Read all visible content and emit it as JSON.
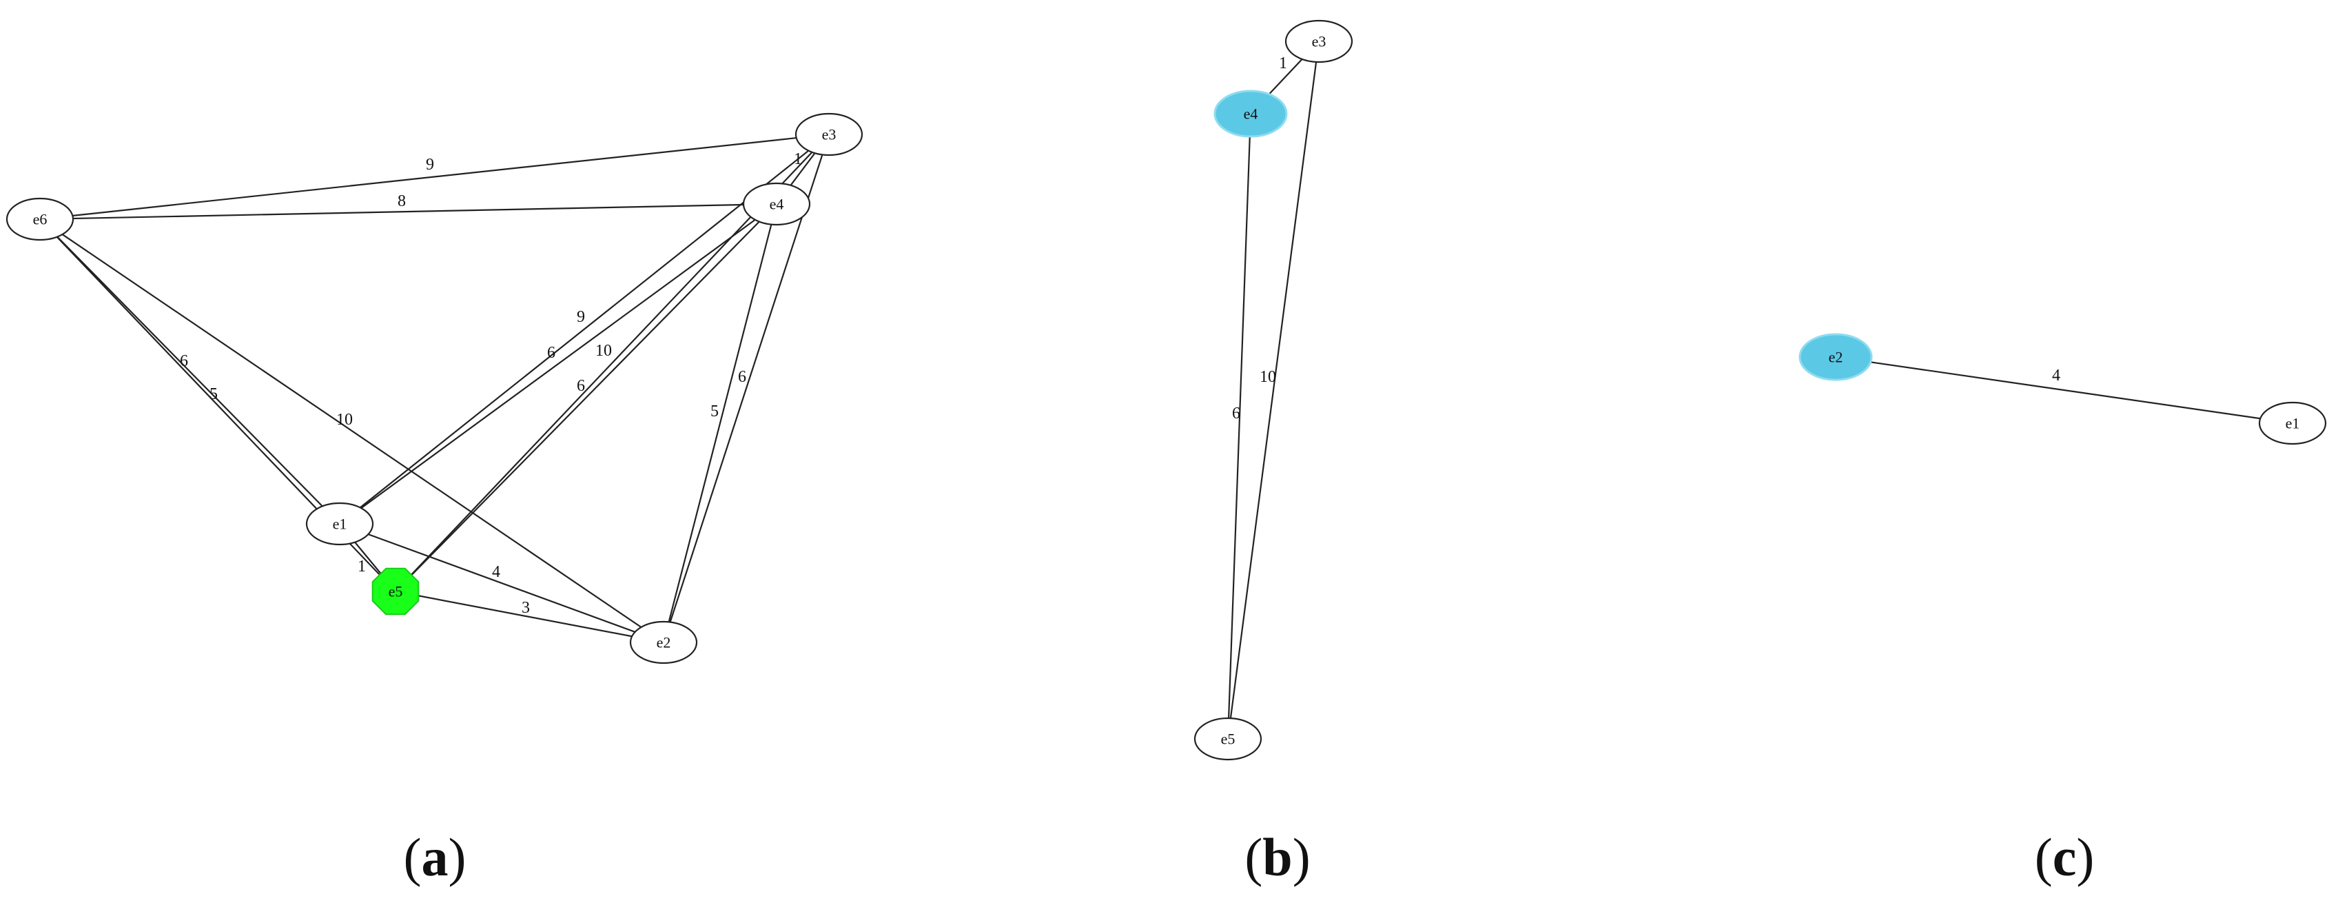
{
  "colors": {
    "highlight_green": "#19ff19",
    "highlight_blue": "#5bc8e6",
    "stroke": "#222222",
    "background": "#ffffff"
  },
  "panels": [
    {
      "id": "a",
      "caption": {
        "open": "(",
        "letter": "a",
        "close": ")"
      },
      "nodes": [
        {
          "id": "e3",
          "label": "e3",
          "shape": "ellipse",
          "fill": "white"
        },
        {
          "id": "e4",
          "label": "e4",
          "shape": "ellipse",
          "fill": "white"
        },
        {
          "id": "e6",
          "label": "e6",
          "shape": "ellipse",
          "fill": "white"
        },
        {
          "id": "e1",
          "label": "e1",
          "shape": "ellipse",
          "fill": "white"
        },
        {
          "id": "e5",
          "label": "e5",
          "shape": "octagon",
          "fill": "green"
        },
        {
          "id": "e2",
          "label": "e2",
          "shape": "ellipse",
          "fill": "white"
        }
      ],
      "edges": [
        {
          "from": "e6",
          "to": "e3",
          "weight": "9"
        },
        {
          "from": "e6",
          "to": "e4",
          "weight": "8"
        },
        {
          "from": "e6",
          "to": "e1",
          "weight": "6"
        },
        {
          "from": "e6",
          "to": "e5",
          "weight": "5"
        },
        {
          "from": "e6",
          "to": "e2",
          "weight": "10"
        },
        {
          "from": "e3",
          "to": "e4",
          "weight": "1"
        },
        {
          "from": "e3",
          "to": "e1",
          "weight": "9"
        },
        {
          "from": "e4",
          "to": "e1",
          "weight": "6"
        },
        {
          "from": "e3",
          "to": "e5",
          "weight": "10"
        },
        {
          "from": "e4",
          "to": "e5",
          "weight": "6"
        },
        {
          "from": "e4",
          "to": "e2",
          "weight": "5"
        },
        {
          "from": "e3",
          "to": "e2",
          "weight": "6"
        },
        {
          "from": "e1",
          "to": "e5",
          "weight": "1"
        },
        {
          "from": "e1",
          "to": "e2",
          "weight": "4"
        },
        {
          "from": "e5",
          "to": "e2",
          "weight": "3"
        }
      ]
    },
    {
      "id": "b",
      "caption": {
        "open": "(",
        "letter": "b",
        "close": ")"
      },
      "nodes": [
        {
          "id": "e3",
          "label": "e3",
          "shape": "ellipse",
          "fill": "white"
        },
        {
          "id": "e4",
          "label": "e4",
          "shape": "ellipse",
          "fill": "blue"
        },
        {
          "id": "e5",
          "label": "e5",
          "shape": "ellipse",
          "fill": "white"
        }
      ],
      "edges": [
        {
          "from": "e3",
          "to": "e4",
          "weight": "1"
        },
        {
          "from": "e4",
          "to": "e5",
          "weight": "6"
        },
        {
          "from": "e3",
          "to": "e5",
          "weight": "10"
        }
      ]
    },
    {
      "id": "c",
      "caption": {
        "open": "(",
        "letter": "c",
        "close": ")"
      },
      "nodes": [
        {
          "id": "e2",
          "label": "e2",
          "shape": "ellipse",
          "fill": "blue"
        },
        {
          "id": "e1",
          "label": "e1",
          "shape": "ellipse",
          "fill": "white"
        }
      ],
      "edges": [
        {
          "from": "e2",
          "to": "e1",
          "weight": "4"
        }
      ]
    }
  ]
}
